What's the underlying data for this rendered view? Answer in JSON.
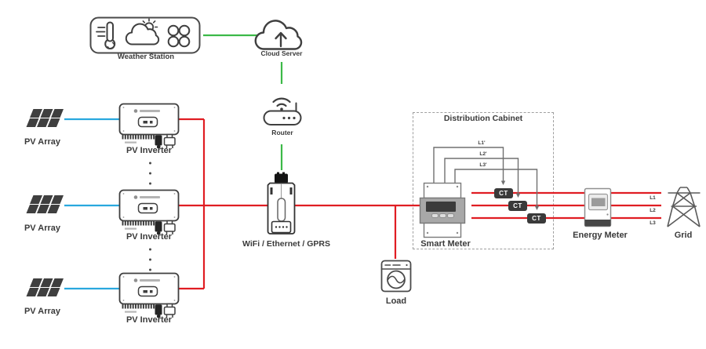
{
  "diagram": {
    "weather_station": {
      "label": "Weather Station"
    },
    "cloud_server": {
      "label": "Cloud Server"
    },
    "router": {
      "label": "Router"
    },
    "dongle": {
      "label": "WiFi / Ethernet / GPRS"
    },
    "pv_arrays": [
      {
        "label": "PV Array"
      },
      {
        "label": "PV Array"
      },
      {
        "label": "PV Array"
      }
    ],
    "pv_inverters": [
      {
        "label": "PV Inverter"
      },
      {
        "label": "PV Inverter"
      },
      {
        "label": "PV Inverter"
      }
    ],
    "load": {
      "label": "Load"
    },
    "cabinet": {
      "title": "Distribution Cabinet",
      "smart_meter_label": "Smart Meter",
      "cts": [
        {
          "label": "CT"
        },
        {
          "label": "CT"
        },
        {
          "label": "CT"
        }
      ],
      "wire_labels": [
        "L1'",
        "L2'",
        "L3'"
      ]
    },
    "energy_meter": {
      "label": "Energy Meter"
    },
    "grid": {
      "label": "Grid"
    },
    "phase_labels": [
      "L1",
      "L2",
      "L3"
    ],
    "colors": {
      "dc_line": "#29a8de",
      "ac_line": "#e01d23",
      "comm_line": "#3cb948",
      "ct_wire": "#707070",
      "outline": "#3f3f3f"
    },
    "icons": {
      "weather_station": [
        "thermometer-icon",
        "sun-cloud-icon",
        "anemometer-icon"
      ],
      "cloud_server": "cloud-upload-icon",
      "router": "wifi-router-icon",
      "dongle": "usb-stick-icon",
      "pv_array": "solar-panels-icon",
      "pv_inverter": "inverter-box-icon",
      "load": "washing-machine-icon",
      "smart_meter": "din-meter-icon",
      "energy_meter": "wall-meter-icon",
      "grid": "transmission-tower-icon"
    }
  }
}
